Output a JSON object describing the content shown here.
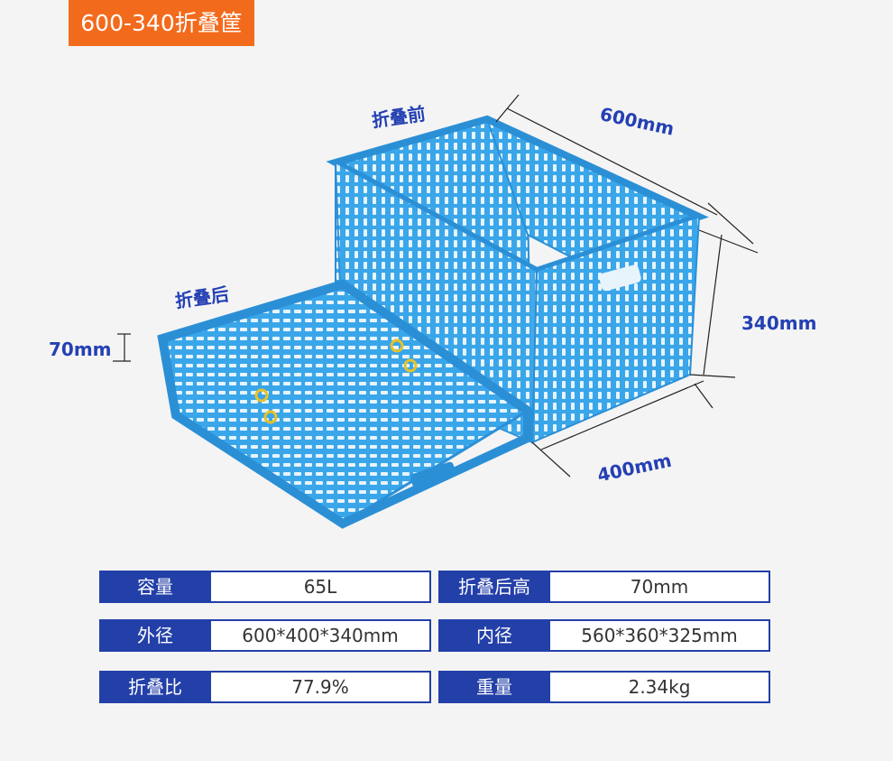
{
  "title": "600-340折叠筐",
  "figure": {
    "labels": {
      "before_fold": "折叠前",
      "after_fold": "折叠后",
      "length": "600mm",
      "width": "400mm",
      "height": "340mm",
      "folded_height": "70mm"
    }
  },
  "specs": [
    {
      "label": "容量",
      "value": "65L"
    },
    {
      "label": "折叠后高",
      "value": "70mm"
    },
    {
      "label": "外径",
      "value": "600*400*340mm"
    },
    {
      "label": "内径",
      "value": "560*360*325mm"
    },
    {
      "label": "折叠比",
      "value": "77.9%"
    },
    {
      "label": "重量",
      "value": "2.34kg"
    }
  ],
  "colors": {
    "accent": "#f26b1d",
    "table_blue": "#233fa8",
    "crate_blue": "#3aa6ea"
  }
}
